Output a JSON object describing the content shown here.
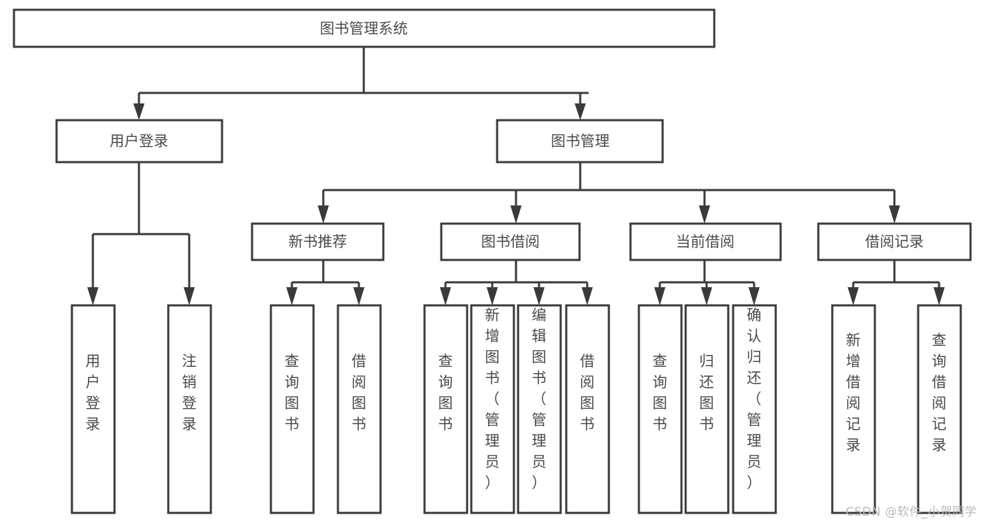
{
  "diagram": {
    "title": "图书管理系统",
    "type": "hierarchy-tree",
    "root": {
      "id": "root",
      "label": "图书管理系统"
    },
    "level2": [
      {
        "id": "user-login",
        "label": "用户登录"
      },
      {
        "id": "book-management",
        "label": "图书管理"
      }
    ],
    "level3": [
      {
        "id": "new-book-recommend",
        "label": "新书推荐",
        "parent": "book-management"
      },
      {
        "id": "book-borrow",
        "label": "图书借阅",
        "parent": "book-management"
      },
      {
        "id": "current-borrow",
        "label": "当前借阅",
        "parent": "book-management"
      },
      {
        "id": "borrow-record",
        "label": "借阅记录",
        "parent": "book-management"
      }
    ],
    "leaves": {
      "user-login": [
        {
          "id": "leaf-user-login",
          "label": "用户登录"
        },
        {
          "id": "leaf-logout",
          "label": "注销登录"
        }
      ],
      "new-book-recommend": [
        {
          "id": "leaf-query-book-1",
          "label": "查询图书"
        },
        {
          "id": "leaf-borrow-book-1",
          "label": "借阅图书"
        }
      ],
      "book-borrow": [
        {
          "id": "leaf-query-book-2",
          "label": "查询图书"
        },
        {
          "id": "leaf-add-book",
          "label": "新增图书（管理员）"
        },
        {
          "id": "leaf-edit-book",
          "label": "编辑图书（管理员）"
        },
        {
          "id": "leaf-borrow-book-2",
          "label": "借阅图书"
        }
      ],
      "current-borrow": [
        {
          "id": "leaf-query-book-3",
          "label": "查询图书"
        },
        {
          "id": "leaf-return-book",
          "label": "归还图书"
        },
        {
          "id": "leaf-confirm-return",
          "label": "确认归还（管理员）"
        }
      ],
      "borrow-record": [
        {
          "id": "leaf-add-record",
          "label": "新增借阅记录"
        },
        {
          "id": "leaf-query-record",
          "label": "查询借阅记录"
        }
      ]
    }
  },
  "watermark": {
    "text": "CSDN @软件_小贺同学"
  },
  "colors": {
    "stroke": "#3a3a3a",
    "box_fill": "#ffffff",
    "text": "#4a4a4a",
    "watermark": "#b9b9b9",
    "background": "#ffffff"
  }
}
